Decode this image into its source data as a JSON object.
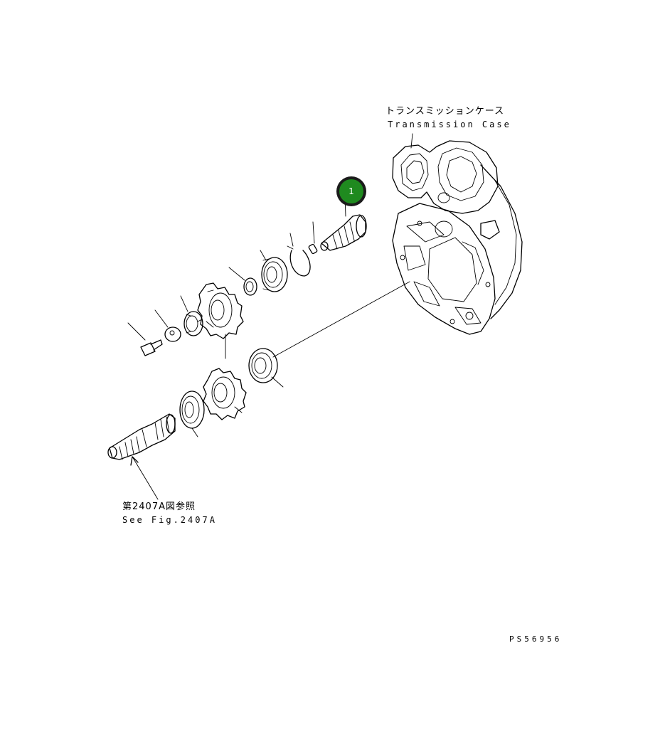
{
  "labels": {
    "case_jp": "トランスミッションケース",
    "case_en": "Transmission Case",
    "ref_jp": "第2407A図参照",
    "ref_en": "See Fig.2407A",
    "drawing_no": "PS56956"
  },
  "callouts": [
    {
      "number": "1",
      "color": "#1f8a1f"
    }
  ]
}
